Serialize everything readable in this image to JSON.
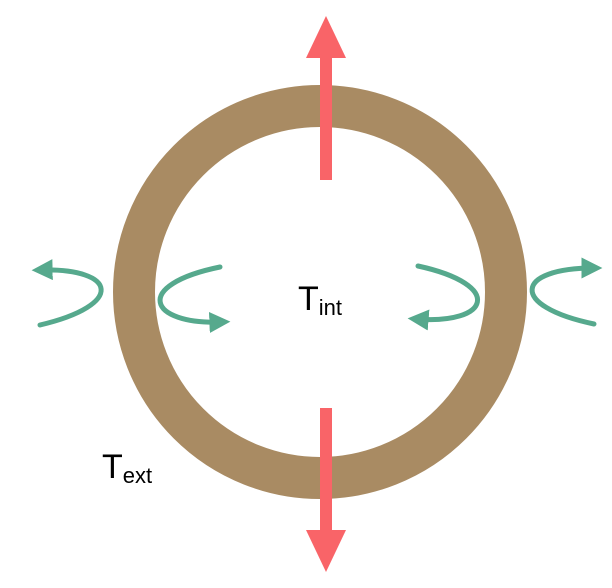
{
  "labels": {
    "internal": {
      "main": "T",
      "sub": "int"
    },
    "external": {
      "main": "T",
      "sub": "ext"
    }
  },
  "colors": {
    "ring": "#a98b63",
    "heat_arrow": "#f96468",
    "convection_arrow": "#56a98d",
    "background": "#ffffff"
  },
  "icons": {
    "heat_arrows": "straight-arrow",
    "convection_arrows": "curved-arrow"
  }
}
